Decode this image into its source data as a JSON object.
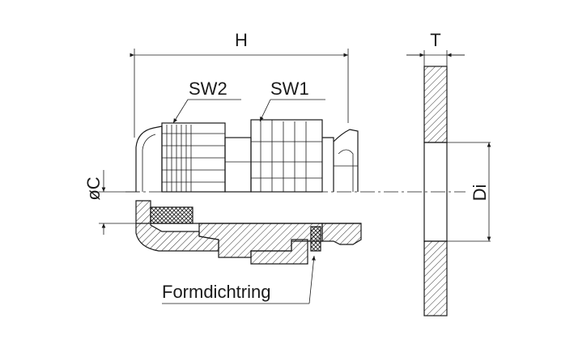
{
  "labels": {
    "H": "H",
    "T": "T",
    "SW2": "SW2",
    "SW1": "SW1",
    "oC": "øC",
    "Di": "Di",
    "formdichtring": "Formdichtring"
  }
}
